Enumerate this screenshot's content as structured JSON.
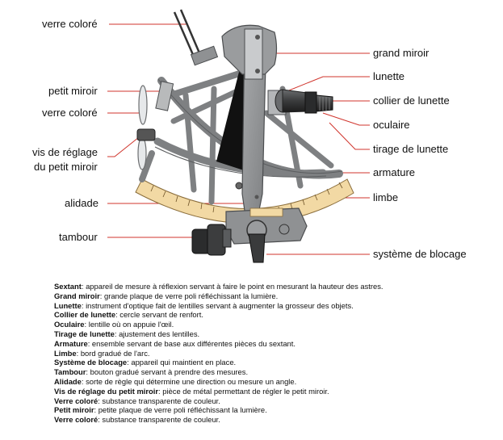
{
  "labels": {
    "verre_colore_top": "verre coloré",
    "petit_miroir": "petit miroir",
    "verre_colore_mid": "verre coloré",
    "vis_line1": "vis de réglage",
    "vis_line2": "du petit miroir",
    "alidade": "alidade",
    "tambour": "tambour",
    "grand_miroir": "grand miroir",
    "lunette": "lunette",
    "collier": "collier de lunette",
    "oculaire": "oculaire",
    "tirage": "tirage de lunette",
    "armature": "armature",
    "limbe": "limbe",
    "systeme": "système de blocage"
  },
  "glossary": [
    {
      "term": "Sextant",
      "def": ": appareil de mesure à réflexion servant à faire le point en mesurant la hauteur des astres."
    },
    {
      "term": "Grand miroir",
      "def": ": grande plaque de verre poli réfléchissant la lumière."
    },
    {
      "term": "Lunette",
      "def": ": instrument d'optique fait de lentilles servant à augmenter la grosseur des objets."
    },
    {
      "term": "Collier de lunette",
      "def": ": cercle servant de renfort."
    },
    {
      "term": "Oculaire",
      "def": ": lentille où on appuie l'œil."
    },
    {
      "term": "Tirage de lunette",
      "def": ": ajustement des lentilles."
    },
    {
      "term": "Armature",
      "def": ": ensemble servant de base aux différentes pièces du sextant."
    },
    {
      "term": "Limbe",
      "def": ": bord gradué de l'arc."
    },
    {
      "term": "Système de blocage",
      "def": ": appareil qui maintient en place."
    },
    {
      "term": "Tambour",
      "def": ": bouton gradué servant à prendre des mesures."
    },
    {
      "term": "Alidade",
      "def": ": sorte de règle qui détermine une direction ou mesure un angle."
    },
    {
      "term": "Vis de réglage du petit miroir",
      "def": ": pièce de métal permettant de régler le petit miroir."
    },
    {
      "term": "Verre coloré",
      "def": ": substance transparente de couleur."
    },
    {
      "term": "Petit miroir",
      "def": ": petite plaque de verre poli réfléchissant la lumière."
    },
    {
      "term": "Verre coloré",
      "def": ": substance transparente de couleur."
    }
  ],
  "colors": {
    "leader": "#d0342c",
    "frame": "#8f9193",
    "frame_dark": "#5c5e60",
    "arc": "#f2d9a4",
    "black": "#111111"
  }
}
